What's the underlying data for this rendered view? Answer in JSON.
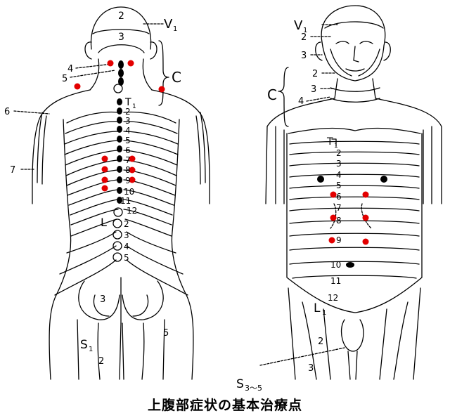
{
  "caption": "上腹部症状の基本治療点",
  "colors": {
    "ink": "#000000",
    "point": "#e30000"
  },
  "back_view": {
    "labels": {
      "v1": "V",
      "v1_sub": "1",
      "c": "C",
      "head_2": "2",
      "head_3": "3",
      "neck_4": "4",
      "neck_5": "5",
      "shoulder_6": "6",
      "arm_7": "7",
      "t1": "T",
      "t1_sub": "1",
      "t2": "2",
      "t3": "3",
      "t4": "4",
      "t5": "5",
      "t6": "6",
      "t7": "7",
      "t8": "8",
      "t9": "9",
      "t10": "10",
      "t11": "11",
      "t12": "12",
      "l1": "L",
      "l2": "2",
      "l3": "3",
      "l4": "4",
      "l5": "5",
      "s3": "3",
      "s1": "S",
      "s1_sub": "1",
      "leg_2": "2",
      "leg_5": "5"
    }
  },
  "front_view": {
    "labels": {
      "v1": "V",
      "v1_sub": "1",
      "face_2a": "2",
      "face_3a": "3",
      "face_2b": "2",
      "face_3b": "3",
      "c": "C",
      "neck_4": "4",
      "t1": "T",
      "t1_sub": "1",
      "t2": "2",
      "t3": "3",
      "t4": "4",
      "t5": "5",
      "t6": "6",
      "t7": "7",
      "t8": "8",
      "t9": "9",
      "t10": "10",
      "t11": "11",
      "t12": "12",
      "l1": "L",
      "l1_sub": "1",
      "leg_2": "2",
      "leg_3": "3",
      "s35": "S",
      "s35_sub": "3～5"
    }
  }
}
